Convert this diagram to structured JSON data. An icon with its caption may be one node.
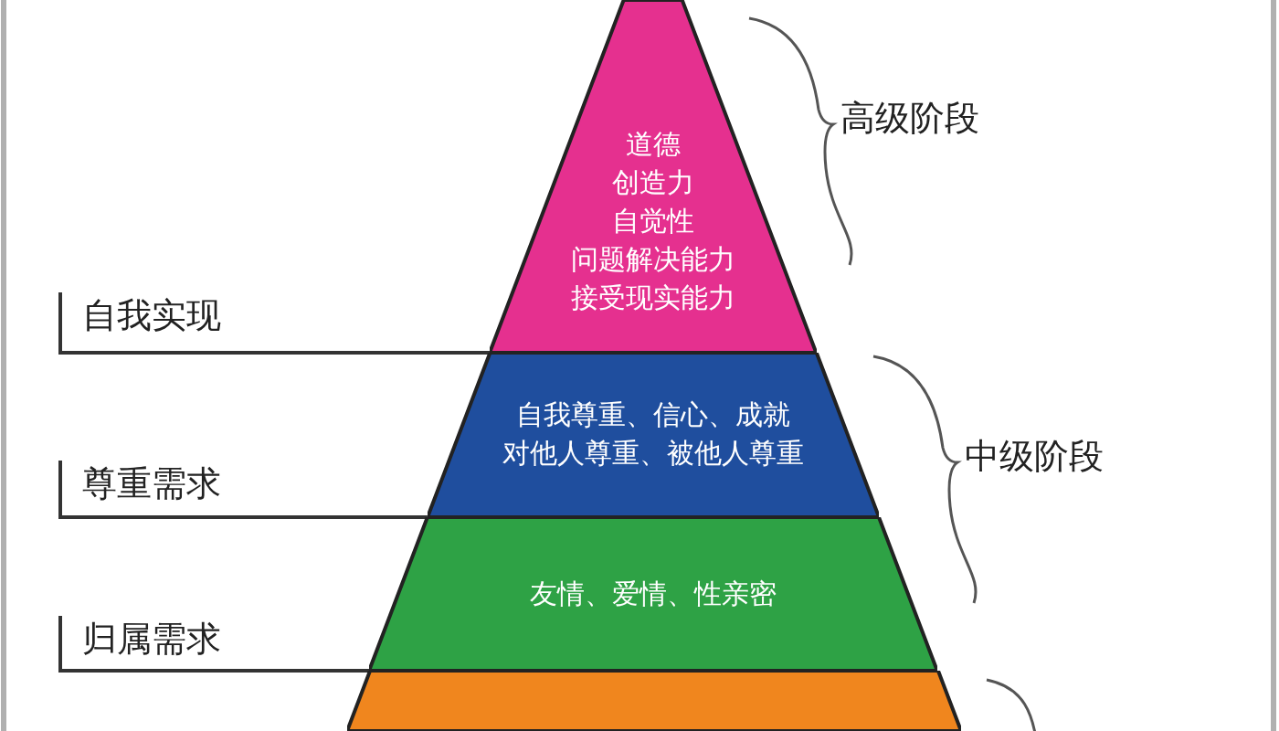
{
  "diagram": {
    "nodes": [
      {
        "text": [
          "道德",
          "创造力",
          "自觉性",
          "问题解决能力",
          "接受现实能力"
        ]
      },
      {
        "text": [
          "自我尊重、信心、成就",
          "对他人尊重、被他人尊重"
        ]
      },
      {
        "text": [
          "友情、爱情、性亲密"
        ]
      },
      {
        "text": [],
        "shape": "box"
      },
      {
        "text": [
          "自我实现"
        ]
      },
      {
        "text": [
          "尊重需求"
        ]
      },
      {
        "text": [
          "归属需求"
        ]
      }
    ],
    "edges": [
      {
        "from": 4,
        "to": 0,
        "arrow": "none"
      },
      {
        "from": 5,
        "to": 1,
        "arrow": "none"
      },
      {
        "from": 6,
        "to": 2,
        "arrow": "none"
      }
    ],
    "labels": [
      "高级阶段",
      "中级阶段"
    ]
  }
}
